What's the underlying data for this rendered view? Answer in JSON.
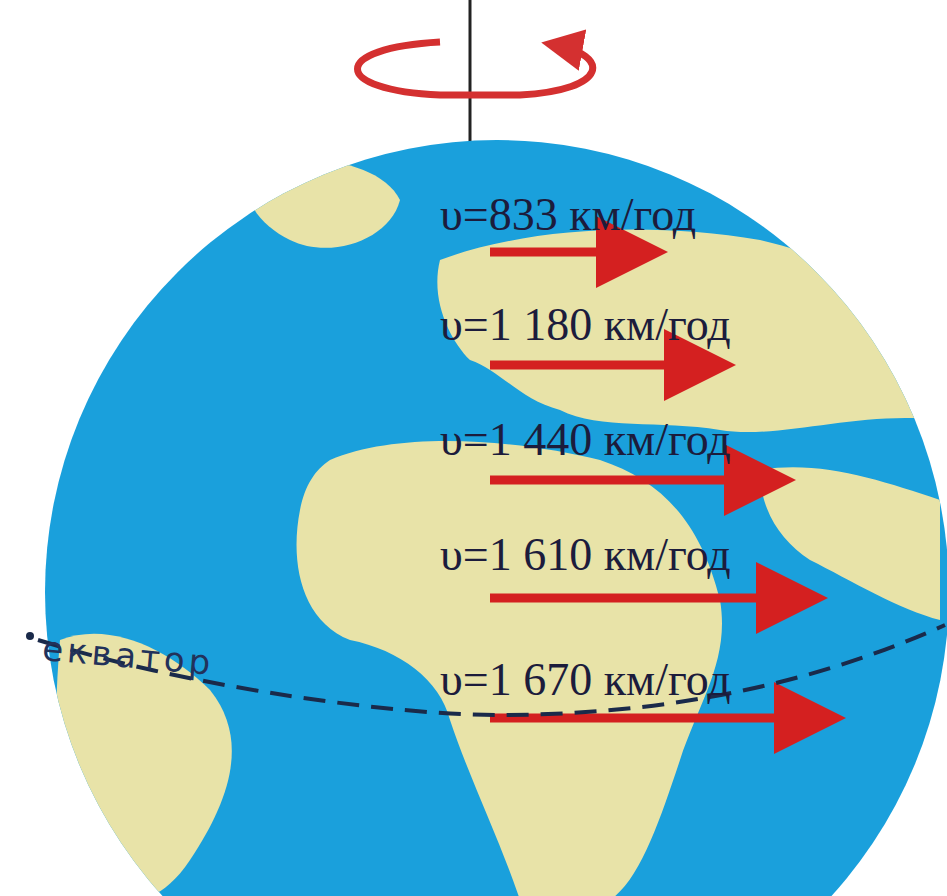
{
  "diagram": {
    "labels": [
      "υ=833 км/год",
      "υ=1 180 км/год",
      "υ=1 440 км/год",
      "υ=1 610 км/год",
      "екватор",
      "υ=1 670 км/год"
    ]
  }
}
